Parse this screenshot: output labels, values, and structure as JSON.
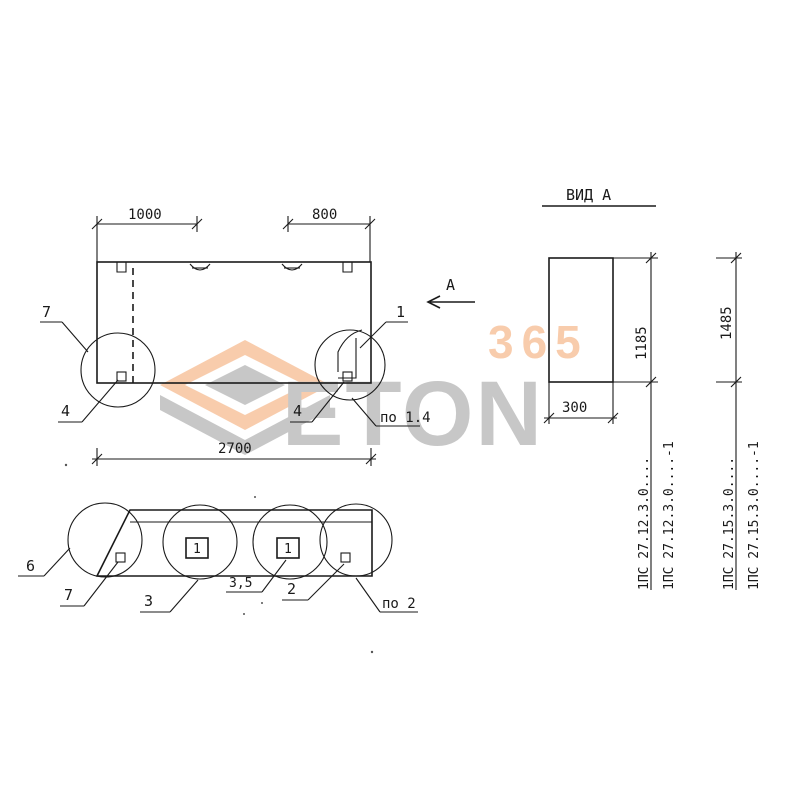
{
  "front_view": {
    "dim_left": "1000",
    "dim_right": "800",
    "dim_total": "2700",
    "arrow_label": "А",
    "callouts": {
      "left_top": "7",
      "left_bottom": "4",
      "right_top": "1",
      "right_bottom_a": "4",
      "right_bottom_b": "по 1.4"
    }
  },
  "plan_view": {
    "mark_label": "1",
    "callouts": {
      "c6": "6",
      "c7": "7",
      "c3": "3",
      "c35": "3,5",
      "c2": "2",
      "c_po2": "по 2"
    }
  },
  "side_view": {
    "title": "ВИД А",
    "dim_width": "300",
    "dim_height_1": "1185",
    "dim_height_2": "1485",
    "labels": [
      "1ПС 27.12.3.0....",
      "1ПС 27.12.3.0....-1",
      "1ПС 27.15.3.0....",
      "1ПС 27.15.3.0....-1"
    ]
  },
  "watermark": {
    "number": "365",
    "brand": "ETON",
    "colors": {
      "orange": "#f4a46a",
      "grey": "#9a9a9a"
    }
  }
}
